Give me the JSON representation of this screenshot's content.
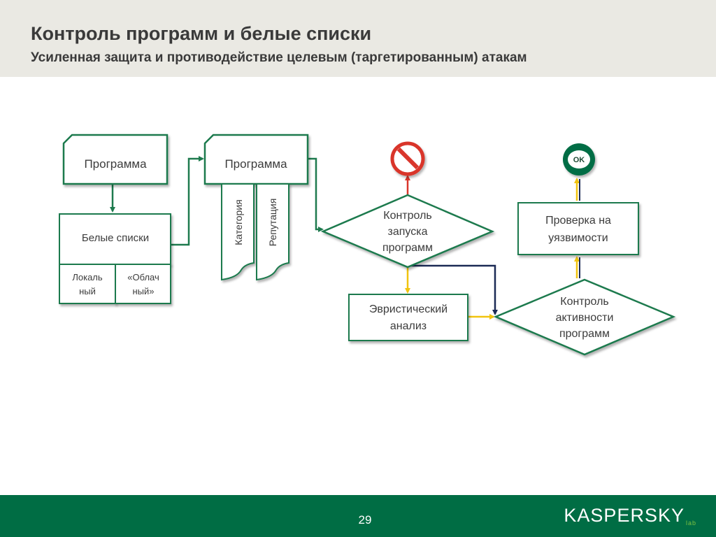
{
  "slide": {
    "title": "Контроль программ и белые списки",
    "subtitle": "Усиленная защита и противодействие целевым (таргетированным) атакам",
    "page_number": "29",
    "logo": {
      "name": "KASPERSKY",
      "suffix": "lab"
    }
  },
  "diagram": {
    "program_box_1": "Программа",
    "whitelists": "Белые списки",
    "local": [
      "Локаль",
      "ный"
    ],
    "cloud": [
      "«Облач",
      "ный»"
    ],
    "program_box_2": "Программа",
    "category": "Категория",
    "reputation": "Репутация",
    "launch_control": [
      "Контроль",
      "запуска",
      "программ"
    ],
    "heuristic": [
      "Эвристический",
      "анализ"
    ],
    "activity_control": [
      "Контроль",
      "активности",
      "программ"
    ],
    "vuln_check": [
      "Проверка на",
      "уязвимости"
    ],
    "ok": "OK"
  },
  "colors": {
    "green": "#006d44",
    "box_stroke": "#1e7a4e",
    "yellow": "#f1c40f",
    "navy": "#1b2a55",
    "red": "#d9362c",
    "header_bg": "#eae9e3"
  }
}
